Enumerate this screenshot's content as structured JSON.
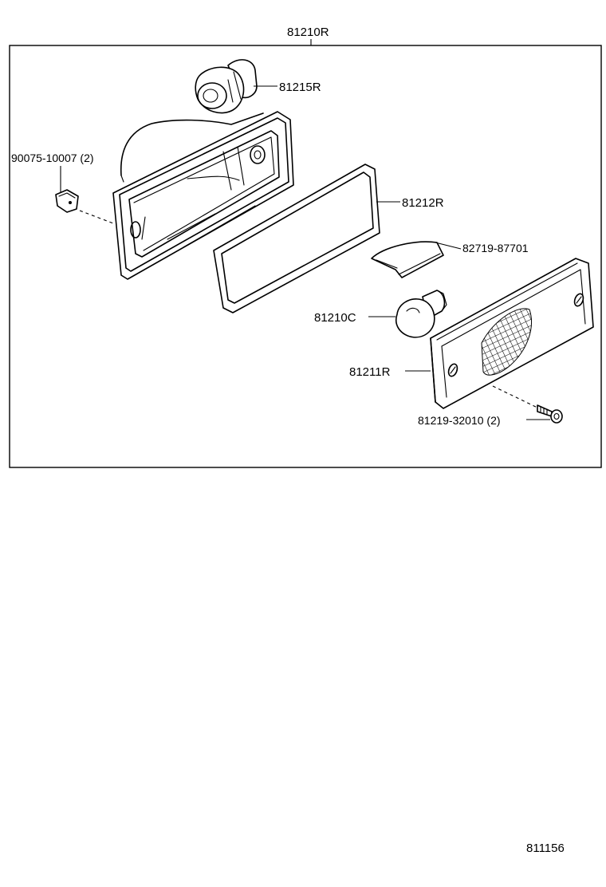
{
  "assembly_label": "81210R",
  "diagram_id": "811156",
  "parts": [
    {
      "key": "socket",
      "label": "81215R",
      "icon": "socket-icon"
    },
    {
      "key": "clip",
      "label": "90075-10007 (2)",
      "icon": "clip-icon"
    },
    {
      "key": "gasket",
      "label": "81212R",
      "icon": "gasket-icon"
    },
    {
      "key": "reflector",
      "label": "82719-87701",
      "icon": "reflector-icon"
    },
    {
      "key": "bulb",
      "label": "81210C",
      "icon": "bulb-icon"
    },
    {
      "key": "lens",
      "label": "81211R",
      "icon": "lens-icon"
    },
    {
      "key": "screw",
      "label": "81219-32010 (2)",
      "icon": "screw-icon"
    }
  ]
}
